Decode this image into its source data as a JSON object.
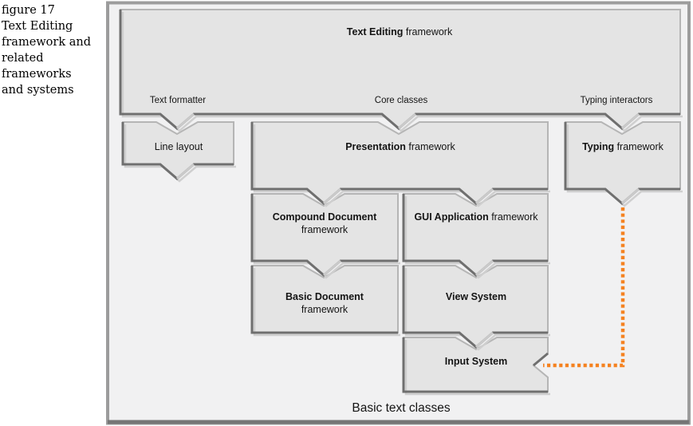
{
  "figure_caption": {
    "lines": [
      "figure 17",
      "Text Editing",
      "framework and",
      "related",
      "frameworks",
      "and systems"
    ]
  },
  "diagram": {
    "colors": {
      "panel_bg": "#f1f1f2",
      "box_fill": "#e4e4e4",
      "box_outline": "#b5b5b5",
      "box_shadow": "#6f6f6f",
      "frame_border": "#9c9c9c",
      "connector_orange": "#f58220"
    },
    "top_box": {
      "bold": "Text Editing",
      "rest": " framework"
    },
    "ports": {
      "formatter": "Text formatter",
      "core": "Core classes",
      "typing": "Typing interactors"
    },
    "boxes": {
      "line_layout": {
        "text": "Line layout"
      },
      "presentation": {
        "bold": "Presentation",
        "rest": " framework"
      },
      "typing": {
        "bold": "Typing",
        "rest": " framework"
      },
      "compound": {
        "bold": "Compound Document",
        "line2": "framework"
      },
      "gui": {
        "bold": "GUI Application",
        "rest": " framework"
      },
      "basic": {
        "bold": "Basic Document",
        "line2": "framework"
      },
      "view": {
        "bold": "View System"
      },
      "input": {
        "bold": "Input System"
      }
    },
    "bottom_caption": "Basic text classes"
  }
}
